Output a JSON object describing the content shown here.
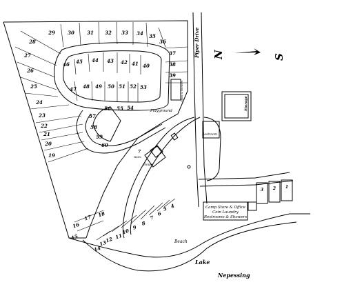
{
  "roads": {
    "piper_drive": "Piper Drive"
  },
  "compass": {
    "north": "N",
    "south": "S"
  },
  "water": {
    "lake_word1": "Lake",
    "lake_word2": "Nepessing",
    "beach": "Beach"
  },
  "buildings": {
    "storage": "Storage",
    "restroom": "Restroom",
    "playground": "Playground",
    "house": "House",
    "wells": "Wells",
    "wells_number": "7",
    "office_small": "Office & Showers",
    "camp_store_line1": "Camp Store & Office",
    "camp_store_line2": "Coin Laundry",
    "camp_store_line3": "Restrooms & Showers",
    "cabins": [
      "3",
      "2",
      "1"
    ]
  },
  "sites": {
    "top_row": [
      "29",
      "30",
      "31",
      "32",
      "33",
      "34",
      "35"
    ],
    "left_column": [
      "28",
      "27",
      "26",
      "25",
      "24",
      "23",
      "22",
      "21",
      "20",
      "19"
    ],
    "right_column": [
      "36",
      "37",
      "38",
      "39"
    ],
    "loop_outer_top": [
      "46",
      "45",
      "44",
      "43",
      "42",
      "41",
      "40"
    ],
    "loop_outer_bottom": [
      "47",
      "48",
      "49",
      "50",
      "51",
      "52",
      "53"
    ],
    "inner_top": [
      "56",
      "55",
      "54"
    ],
    "inner_left": [
      "57",
      "58",
      "59",
      "60"
    ],
    "lower_left": [
      "18",
      "17",
      "16",
      "15"
    ],
    "beach_row": [
      "14",
      "13",
      "12",
      "11",
      "10",
      "9",
      "8",
      "7",
      "6",
      "5",
      "4"
    ]
  }
}
